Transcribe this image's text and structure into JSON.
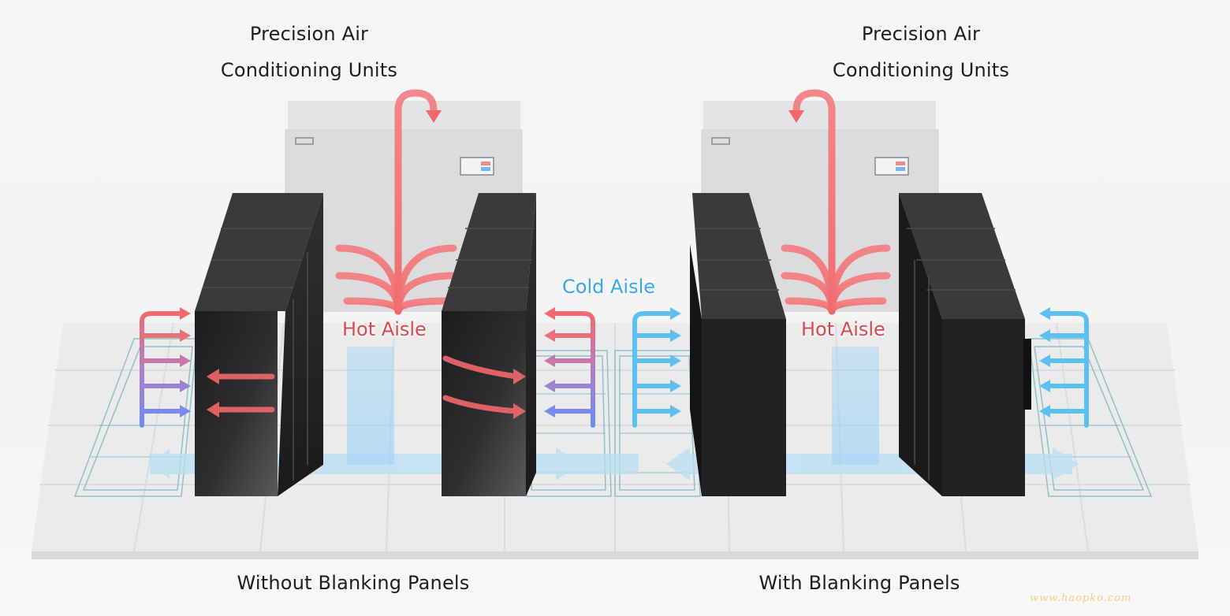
{
  "headings": {
    "left_unit": [
      "Precision Air",
      "Conditioning Units"
    ],
    "right_unit": [
      "Precision Air",
      "Conditioning Units"
    ]
  },
  "aisles": {
    "hot_left": "Hot Aisle",
    "cold": "Cold Aisle",
    "hot_right": "Hot Aisle"
  },
  "captions": {
    "left": "Without Blanking Panels",
    "right": "With Blanking Panels"
  },
  "watermark": "www.haopko.com",
  "colors": {
    "hot": "#d94a4f",
    "hot_arrow": "#f2676a",
    "cold": "#3aa6ea",
    "cold_arrow": "#5cc0f2",
    "rack": "#2a2a2c"
  }
}
